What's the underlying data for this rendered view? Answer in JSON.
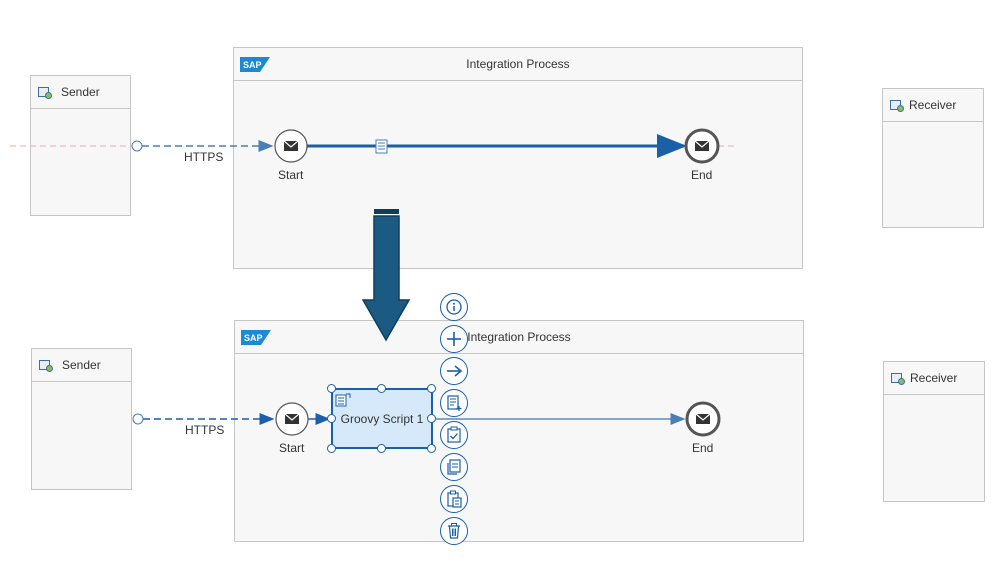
{
  "top": {
    "sender_label": "Sender",
    "receiver_label": "Receiver",
    "process_title": "Integration Process",
    "start_label": "Start",
    "end_label": "End",
    "protocol_label": "HTTPS"
  },
  "bottom": {
    "sender_label": "Sender",
    "receiver_label": "Receiver",
    "process_title": "Integration Process",
    "start_label": "Start",
    "end_label": "End",
    "protocol_label": "HTTPS",
    "script_label": "Groovy Script 1"
  },
  "context_toolbar": [
    "info-icon",
    "add-icon",
    "connect-arrow-icon",
    "add-script-icon",
    "validate-icon",
    "copy-icon",
    "paste-icon",
    "delete-icon"
  ],
  "colors": {
    "flow": "#1a5fa8",
    "border": "#c6c6c6",
    "arrow": "#1b5a82",
    "selection": "#d6e9fb"
  }
}
